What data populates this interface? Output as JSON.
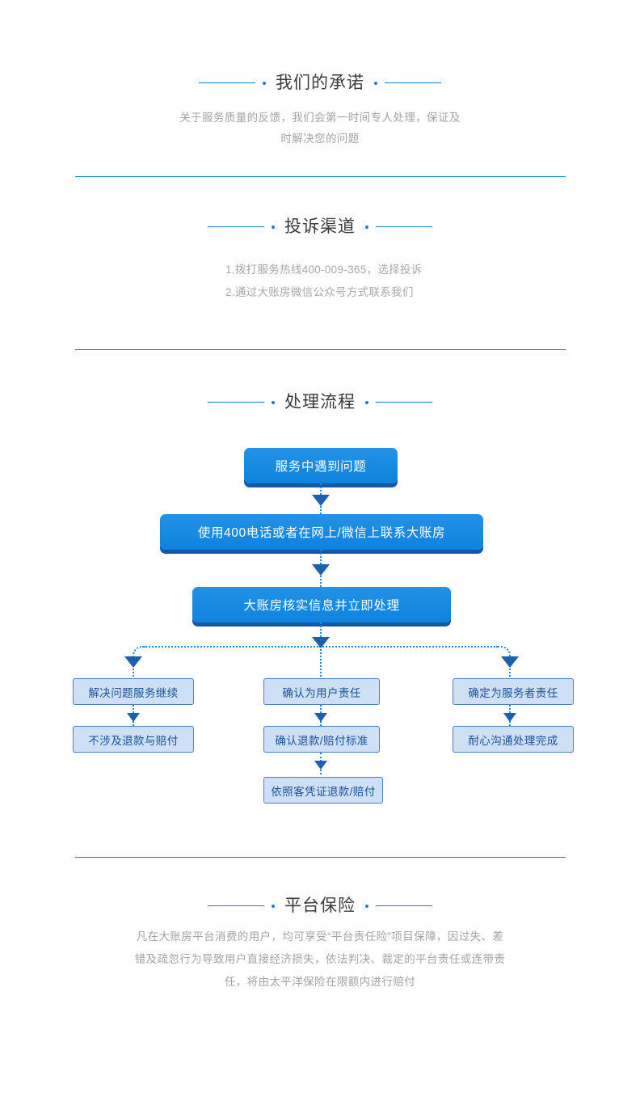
{
  "sections": {
    "promise": {
      "title": "我们的承诺",
      "body": "关于服务质量的反馈，我们会第一时间专人处理，保证及时解决您的问题"
    },
    "complaint": {
      "title": "投诉渠道",
      "lines": [
        "1.拨打服务热线400-009-365，选择投诉",
        "2.通过大账房微信公众号方式联系我们"
      ]
    },
    "process": {
      "title": "处理流程"
    },
    "insurance": {
      "title": "平台保险",
      "body": "凡在大账房平台消费的用户，均可享受“平台责任险”项目保障，因过失、差错及疏忽行为导致用户直接经济损失，依法判决、裁定的平台责任或连带责任，将由太平洋保险在限额内进行赔付"
    }
  },
  "flow": {
    "primary_nodes": [
      {
        "id": "start",
        "label": "服务中遇到问题"
      },
      {
        "id": "contact",
        "label": "使用400电话或者在网上/微信上联系大账房"
      },
      {
        "id": "verify",
        "label": "大账房核实信息并立即处理"
      }
    ],
    "branches": [
      {
        "id": "left",
        "steps": [
          "解决问题服务继续",
          "不涉及退款与赔付"
        ]
      },
      {
        "id": "middle",
        "steps": [
          "确认为用户责任",
          "确认退款/赔付标准",
          "依照客凭证退款/赔付"
        ]
      },
      {
        "id": "right",
        "steps": [
          "确定为服务者责任",
          "耐心沟通处理完成"
        ]
      }
    ]
  },
  "colors": {
    "accent_blue": "#1a7fd4",
    "node_blue": "#1488e2",
    "node_shadow": "#1558a8",
    "light_node_fill": "#cde0f6",
    "light_node_border": "#4a80c8",
    "light_node_text": "#1c4f95",
    "body_text": "#a3a3a3",
    "title_text": "#3b3b3b"
  }
}
